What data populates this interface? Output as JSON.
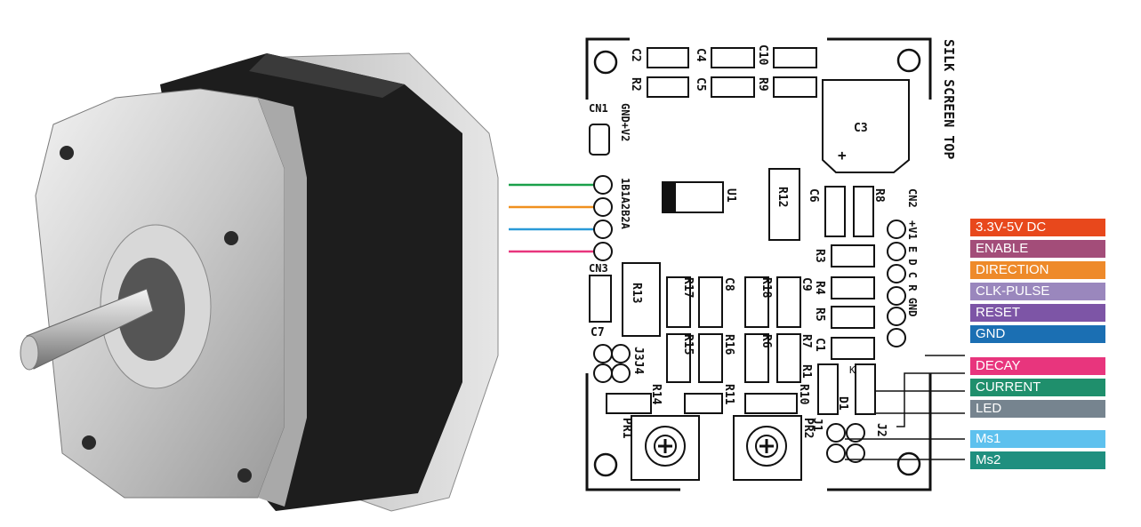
{
  "pcb": {
    "silkscreen_title": "SILK SCREEN TOP",
    "parts": {
      "c2": "C2",
      "c4": "C4",
      "c10": "C10",
      "r2": "R2",
      "c5": "C5",
      "r9": "R9",
      "c3": "C3",
      "c3_plus": "+",
      "cn1": "CN1",
      "cn1_pins": "GND+V2",
      "cn3": "CN3",
      "cn3_pins": "1B1A2B2A",
      "u1": "U1",
      "r12": "R12",
      "c6": "C6",
      "r8": "R8",
      "cn2": "CN2",
      "cn2_pins": "+V1 E D C R GND",
      "r3": "R3",
      "r13": "R13",
      "r17": "R17",
      "c8": "C8",
      "r18": "R18",
      "c9": "C9",
      "r4": "R4",
      "r5": "R5",
      "c7": "C7",
      "r15": "R15",
      "r16": "R16",
      "r6": "R6",
      "r7": "R7",
      "c1": "C1",
      "r1": "R1",
      "d1": "D1",
      "d1_mark": "K",
      "j3j4": "J3J4",
      "r14": "R14",
      "r11": "R11",
      "r10": "R10",
      "pr1": "PR1",
      "pr2": "PR2",
      "j1": "J1",
      "j2": "J2"
    }
  },
  "pin_labels": [
    {
      "text": "3.3V-5V DC",
      "color": "#e8481c"
    },
    {
      "text": "ENABLE",
      "color": "#a34d79"
    },
    {
      "text": "DIRECTION",
      "color": "#ee8a2a"
    },
    {
      "text": "CLK-PULSE",
      "color": "#9a87bd"
    },
    {
      "text": "RESET",
      "color": "#7d55a6"
    },
    {
      "text": "GND",
      "color": "#1b6fb3"
    },
    {
      "text": "DECAY",
      "color": "#e8357d"
    },
    {
      "text": "CURRENT",
      "color": "#1f8f6c"
    },
    {
      "text": "LED",
      "color": "#76848f"
    },
    {
      "text": "Ms1",
      "color": "#5ec1ee"
    },
    {
      "text": "Ms2",
      "color": "#1f8f7f"
    }
  ],
  "motor_wire_colors": [
    "#1aa04a",
    "#f0901e",
    "#2a9ad8",
    "#e8357d"
  ]
}
